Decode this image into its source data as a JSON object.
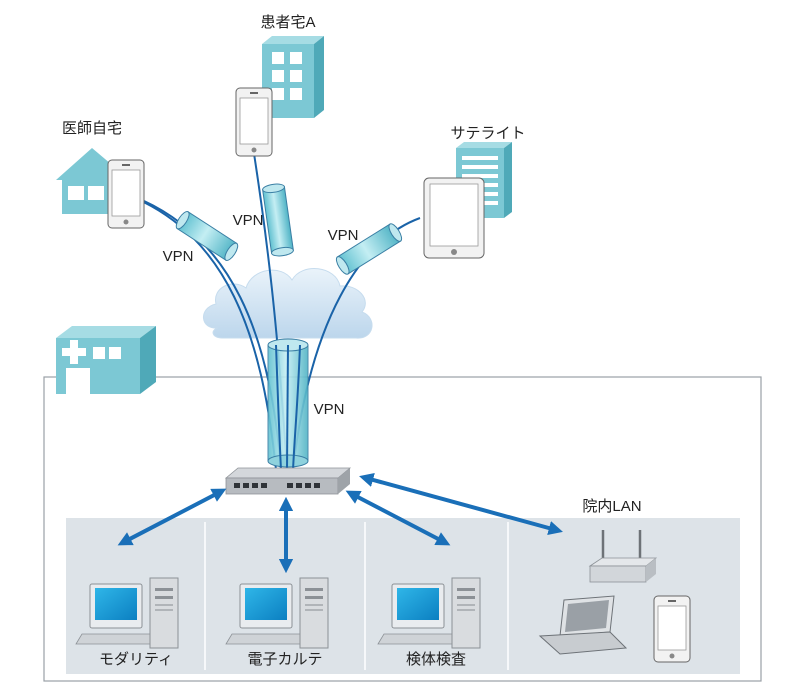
{
  "labels": {
    "patient_home": "患者宅A",
    "doctor_home": "医師自宅",
    "satellite": "サテライト",
    "vpn_left": "VPN",
    "vpn_center": "VPN",
    "vpn_right": "VPN",
    "vpn_main": "VPN",
    "hospital_lan": "院内LAN",
    "modality": "モダリティ",
    "ehr": "電子カルテ",
    "lab_test": "検体検査"
  },
  "colors": {
    "building": "#7cc8d4",
    "line": "#1a63a8",
    "arrow": "#1a6fb8",
    "panel": "#dde3e8",
    "tube": "#8dd7e2",
    "cloud": "#cfe2f1"
  },
  "icons": [
    "building-icon",
    "smartphone-icon",
    "house-icon",
    "tablet-icon",
    "document-building-icon",
    "cloud-icon",
    "hospital-icon",
    "network-switch-icon",
    "desktop-pc-icon",
    "router-icon",
    "laptop-icon"
  ]
}
